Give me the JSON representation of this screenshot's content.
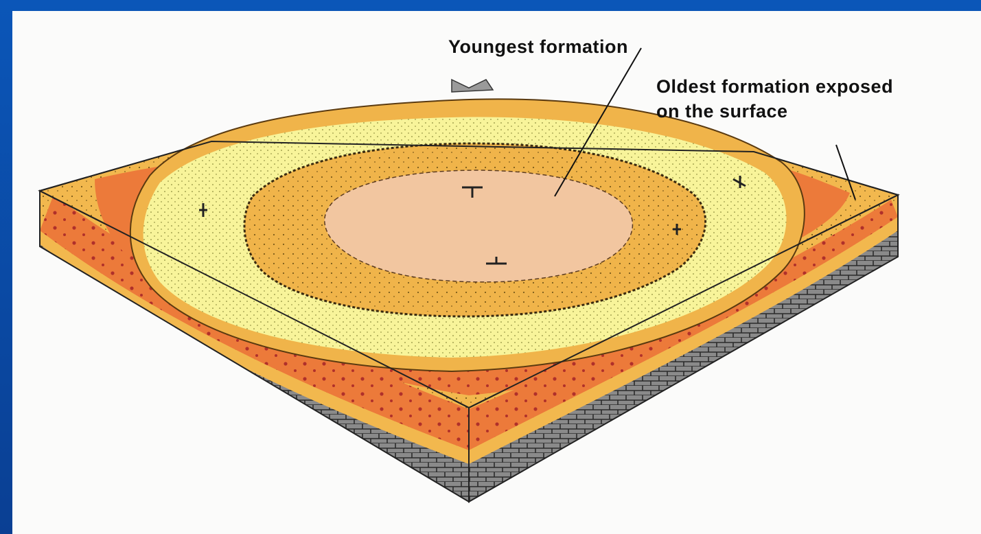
{
  "labels": {
    "youngest": "Youngest formation",
    "oldest_line1": "Oldest formation exposed",
    "oldest_line2": "on the surface"
  },
  "colors": {
    "frame": "#0a4aa8",
    "background": "#fbfbfa",
    "center_core": "#f2c6a0",
    "inner_ring": "#f0b44a",
    "pale_ring": "#f8f49a",
    "outer_ring": "#f0b44a",
    "red_layer": "#ec7a3a",
    "basement": "#8a8a8a"
  }
}
